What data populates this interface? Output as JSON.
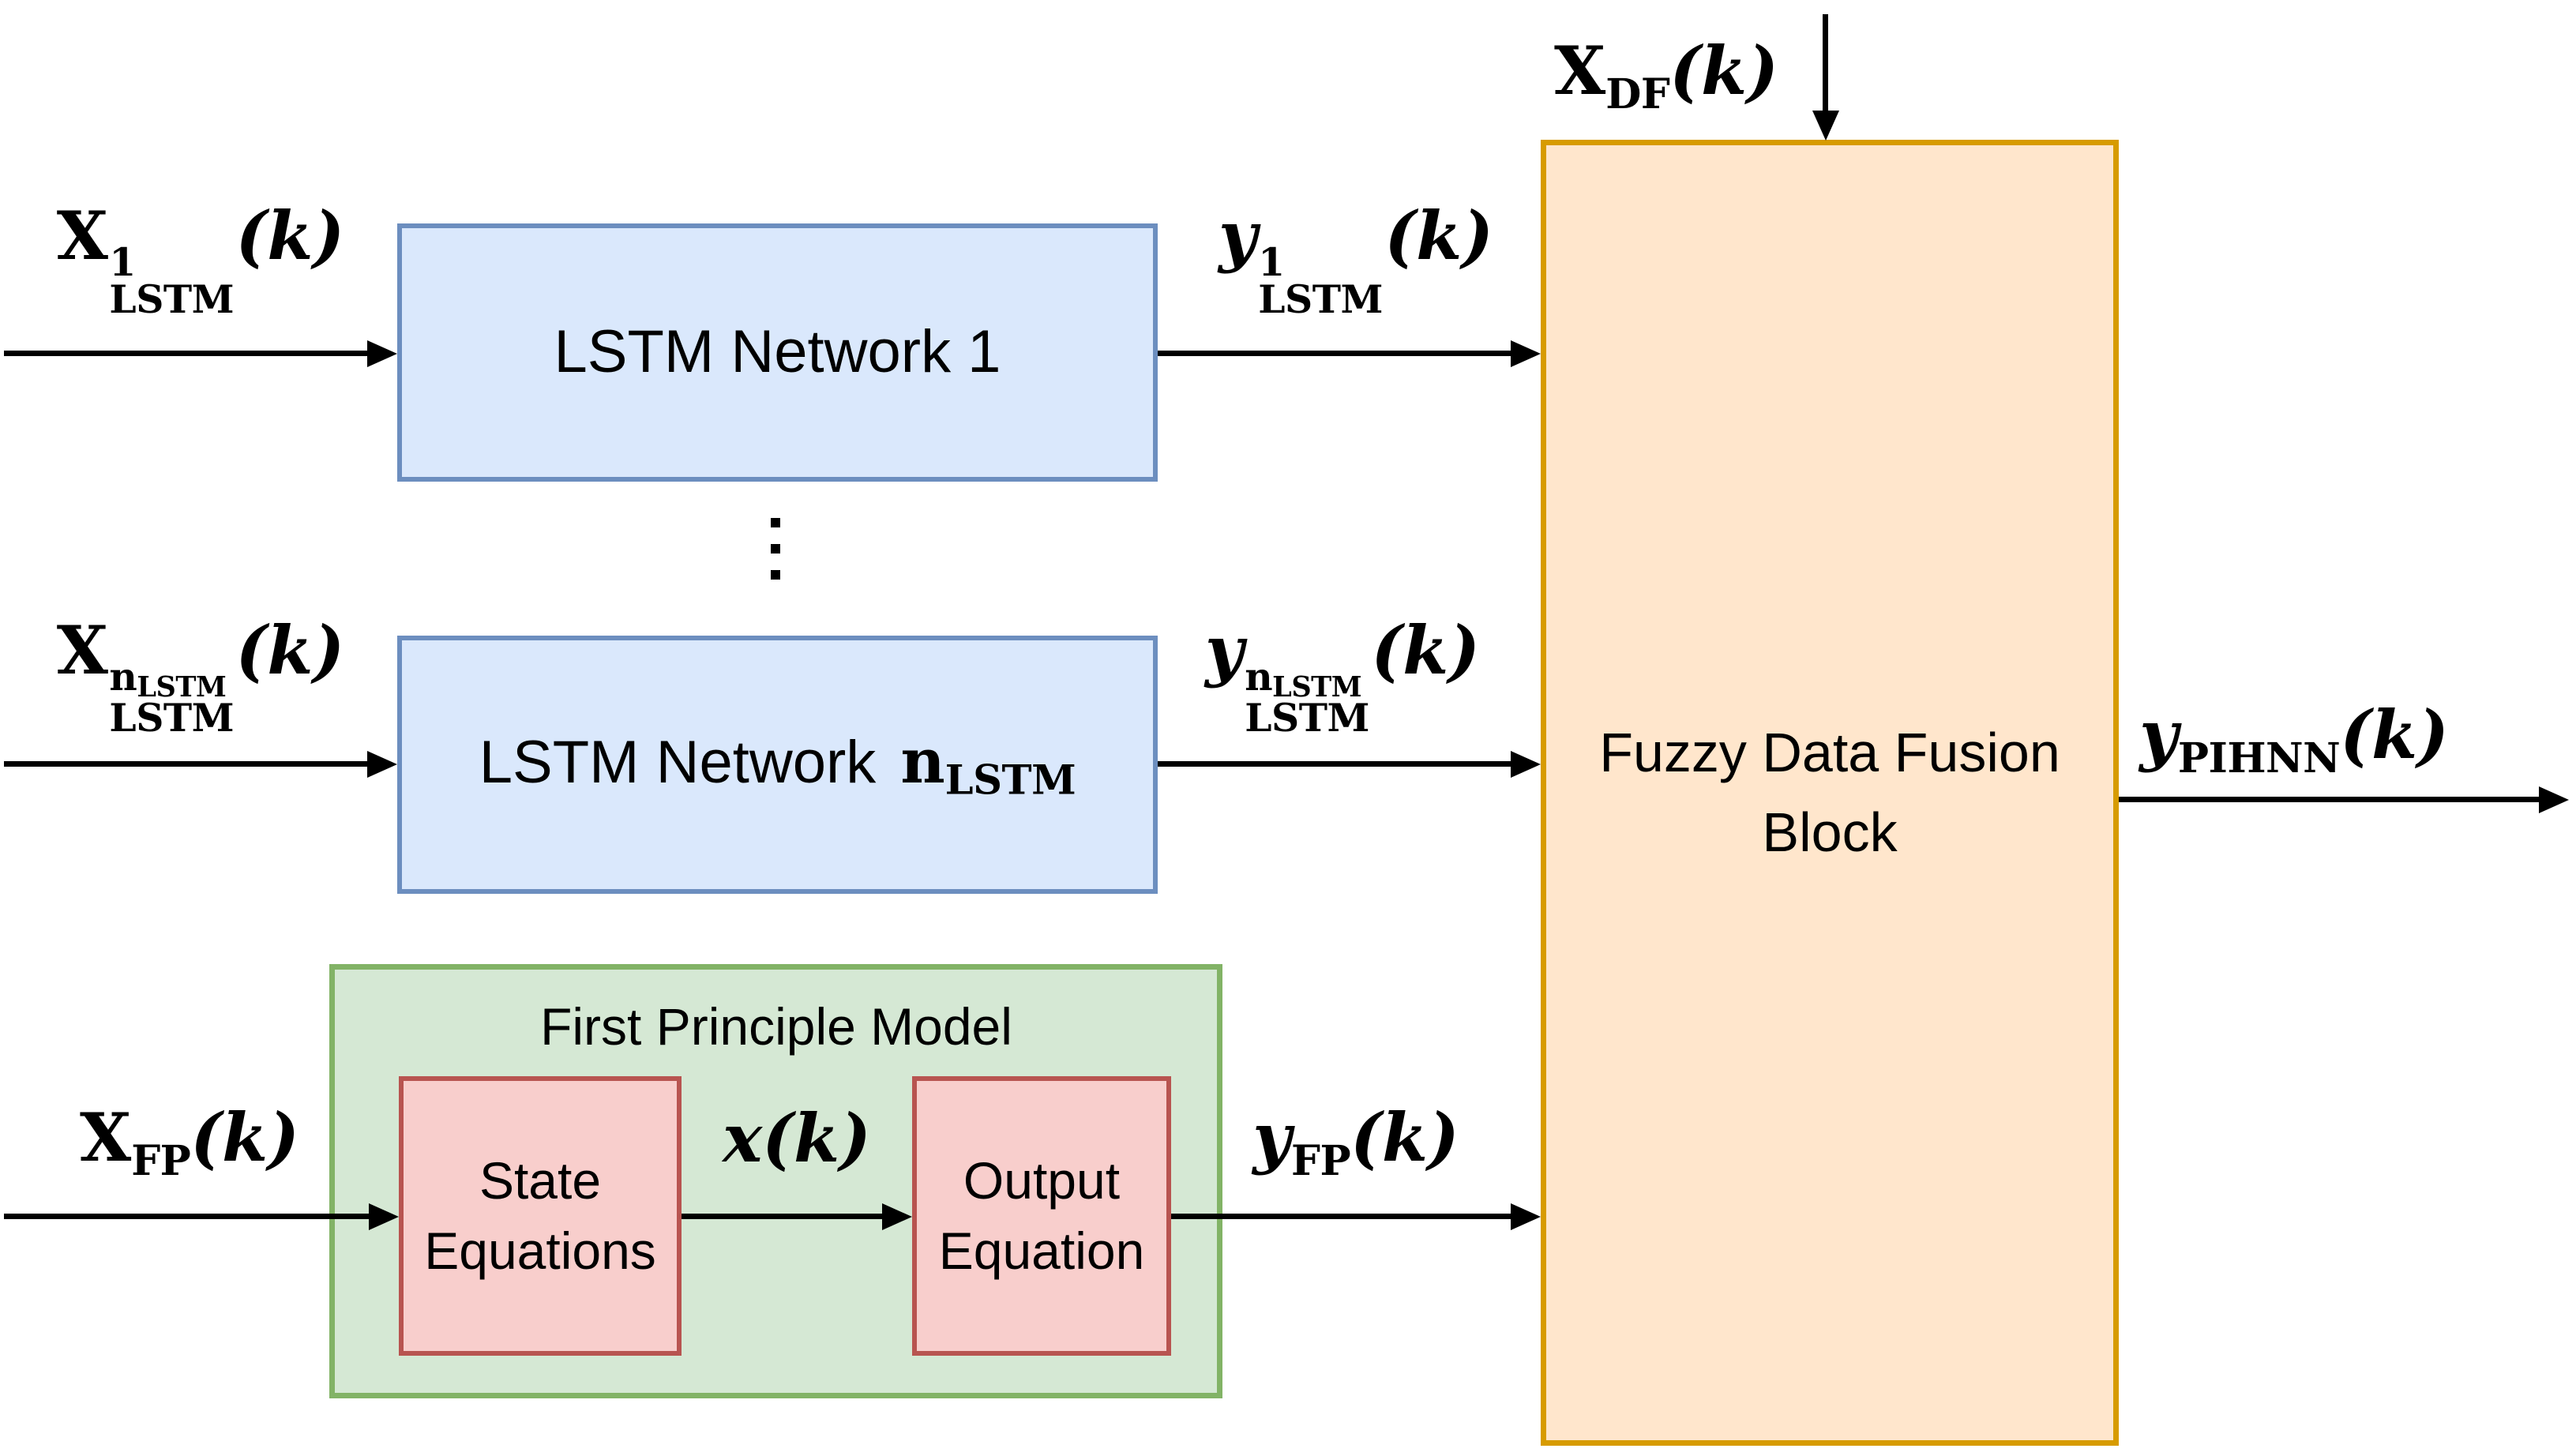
{
  "diagram": {
    "blocks": {
      "lstm1": {
        "label": "LSTM Network 1"
      },
      "lstm_n": {
        "label_prefix": "LSTM Network",
        "n_base": "n",
        "n_sub": "LSTM"
      },
      "first_principle": {
        "title": "First Principle Model"
      },
      "state_equations": {
        "line1": "State",
        "line2": "Equations"
      },
      "output_equation": {
        "line1": "Output",
        "line2": "Equation"
      },
      "fusion": {
        "line1": "Fuzzy Data Fusion",
        "line2": "Block"
      }
    },
    "signals": {
      "x_lstm_1": {
        "base": "X",
        "sup": "1",
        "sub": "LSTM",
        "arg": "(k)"
      },
      "x_lstm_n": {
        "base": "X",
        "sup_base": "n",
        "sup_sub": "LSTM",
        "sub": "LSTM",
        "arg": "(k)"
      },
      "x_fp": {
        "base": "X",
        "sub": "FP",
        "arg": "(k)"
      },
      "x_df": {
        "base": "X",
        "sub": "DF",
        "arg": "(k)"
      },
      "y_lstm_1": {
        "base": "y",
        "sup": "1",
        "sub": "LSTM",
        "arg": "(k)"
      },
      "y_lstm_n": {
        "base": "y",
        "sup_base": "n",
        "sup_sub": "LSTM",
        "sub": "LSTM",
        "arg": "(k)"
      },
      "x_state": {
        "base": "x",
        "arg": "(k)"
      },
      "y_fp": {
        "base": "y",
        "sub": "FP",
        "arg": "(k)"
      },
      "y_pihnn": {
        "base": "y",
        "sub": "PIHNN",
        "arg": "(k)"
      }
    },
    "icons": {
      "vertical_ellipsis": "⋮"
    },
    "colors": {
      "lstm_fill": "#dae8fc",
      "lstm_border": "#6c8ebf",
      "fpm_fill": "#d5e8d4",
      "fpm_border": "#82b366",
      "inner_fill": "#f8cecc",
      "inner_border": "#b85450",
      "fusion_fill": "#ffe6cc",
      "fusion_border": "#d79b00",
      "arrow": "#000000",
      "background": "#ffffff"
    }
  }
}
